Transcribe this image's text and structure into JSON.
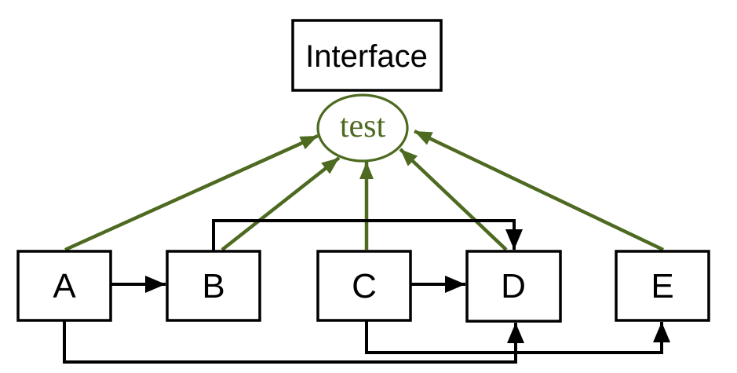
{
  "diagram": {
    "kind": "dependency-graph",
    "description": "Five modules A-E with black dependency arrows and green arrows from every module to a shared test node under an Interface box"
  },
  "colors": {
    "test_edge": "#4d6a20",
    "dependency_edge": "#000000",
    "node_border": "#000000",
    "node_fill": "#ffffff"
  },
  "nodes": {
    "interface": {
      "label": "Interface",
      "shape": "rect"
    },
    "test": {
      "label": "test",
      "shape": "ellipse"
    },
    "a": {
      "label": "A",
      "shape": "rect"
    },
    "b": {
      "label": "B",
      "shape": "rect"
    },
    "c": {
      "label": "C",
      "shape": "rect"
    },
    "d": {
      "label": "D",
      "shape": "rect"
    },
    "e": {
      "label": "E",
      "shape": "rect"
    }
  },
  "edges": [
    {
      "from": "A",
      "to": "B",
      "color": "black",
      "route": "direct-right"
    },
    {
      "from": "C",
      "to": "D",
      "color": "black",
      "route": "direct-right"
    },
    {
      "from": "B",
      "to": "D",
      "color": "black",
      "route": "over-top"
    },
    {
      "from": "A",
      "to": "D",
      "color": "black",
      "route": "under-bottom"
    },
    {
      "from": "C",
      "to": "E",
      "color": "black",
      "route": "under-bottom"
    },
    {
      "from": "A",
      "to": "test",
      "color": "green",
      "route": "direct"
    },
    {
      "from": "B",
      "to": "test",
      "color": "green",
      "route": "direct"
    },
    {
      "from": "C",
      "to": "test",
      "color": "green",
      "route": "direct"
    },
    {
      "from": "D",
      "to": "test",
      "color": "green",
      "route": "direct"
    },
    {
      "from": "E",
      "to": "test",
      "color": "green",
      "route": "direct"
    }
  ]
}
